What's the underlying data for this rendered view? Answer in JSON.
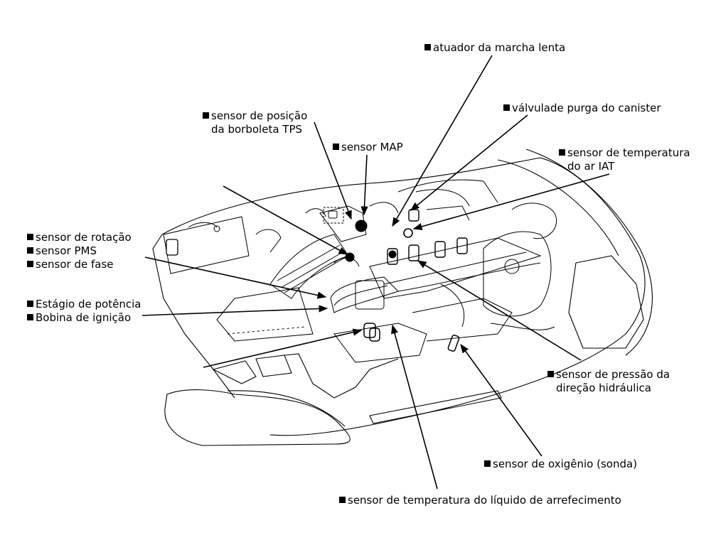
{
  "diagram": {
    "title": "Componentes do sistema de injeção eletrônica",
    "labels": {
      "idle_actuator": {
        "lines": [
          "atuador da marcha lenta"
        ]
      },
      "canister_valve": {
        "lines": [
          "válvulade purga do canister"
        ]
      },
      "iat_sensor": {
        "lines": [
          "sensor de temperatura",
          "do ar IAT"
        ]
      },
      "tps_sensor": {
        "lines": [
          "sensor de posição",
          "da borboleta TPS"
        ]
      },
      "map_sensor": {
        "lines": [
          "sensor MAP"
        ]
      },
      "rotation_sensors": {
        "lines": [
          "sensor de rotação",
          "sensor PMS",
          "sensor de fase"
        ]
      },
      "ignition": {
        "lines": [
          "Estágio de potência",
          "Bobina de ignição"
        ]
      },
      "power_steering_sensor": {
        "lines": [
          "sensor de pressão da",
          "direção hidráulica"
        ]
      },
      "oxygen_sensor": {
        "lines": [
          "sensor de oxigênio (sonda)"
        ]
      },
      "coolant_sensor": {
        "lines": [
          "sensor de temperatura do líquido de arrefecimento"
        ]
      }
    },
    "colors": {
      "ink": "#000000",
      "background": "#ffffff"
    }
  }
}
